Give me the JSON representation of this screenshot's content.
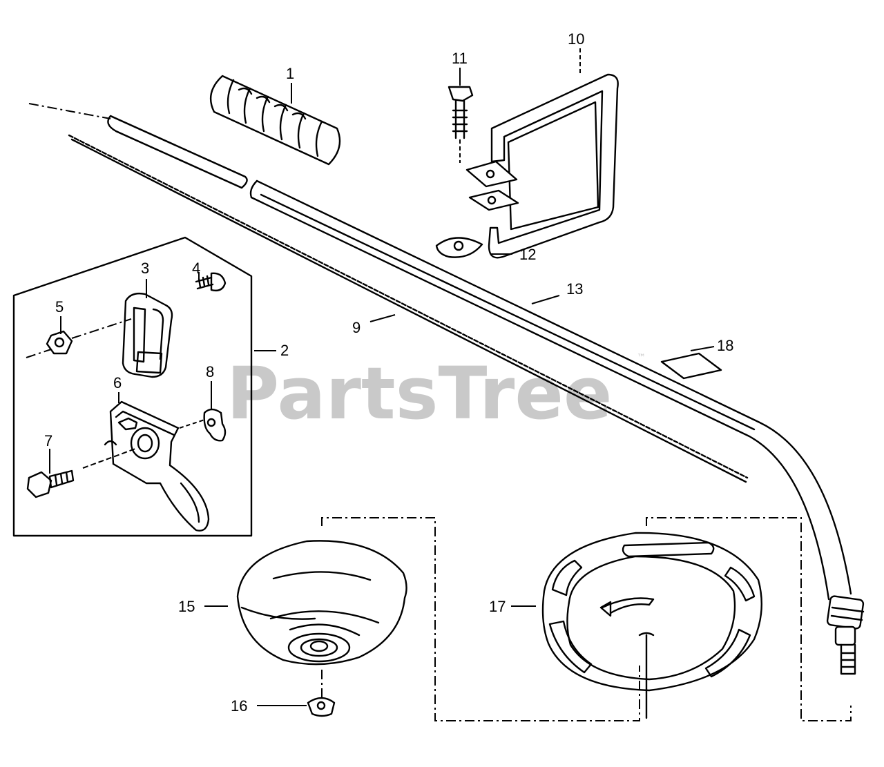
{
  "watermark": {
    "text": "PartsTree",
    "trademark": "™"
  },
  "callouts": {
    "c1": "1",
    "c2": "2",
    "c3": "3",
    "c4": "4",
    "c5": "5",
    "c6": "6",
    "c7": "7",
    "c8": "8",
    "c9": "9",
    "c10": "10",
    "c11": "11",
    "c12": "12",
    "c13": "13",
    "c15": "15",
    "c16": "16",
    "c17": "17",
    "c18": "18"
  }
}
